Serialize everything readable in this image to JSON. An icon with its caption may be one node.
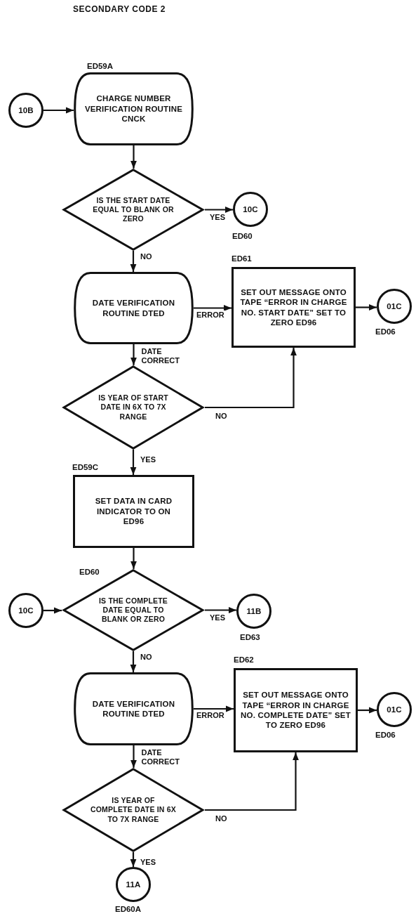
{
  "diagram": {
    "title": "SECONDARY CODE 2",
    "nodes": [
      {
        "text": [
          "10B"
        ]
      },
      {
        "text": [
          "CHARGE NUMBER VERIFICATION ROUTINE CNCK"
        ],
        "beside": [
          "ED59A"
        ]
      },
      {
        "text": [
          "IS THE START DATE EQUAL TO BLANK OR ZERO"
        ]
      },
      {
        "text": [
          "10C"
        ],
        "beside": [
          "ED60"
        ]
      },
      {
        "text": [
          "DATE VERIFICATION ROUTINE DTED"
        ]
      },
      {
        "text": [
          "SET OUT MESSAGE ONTO TAPE “ERROR IN CHARGE NO. START DATE” SET TO ZERO ED96"
        ],
        "beside": [
          "ED61"
        ]
      },
      {
        "text": [
          "01C"
        ],
        "beside": [
          "ED06"
        ]
      },
      {
        "text": [
          "IS YEAR OF START DATE IN 6X TO 7X RANGE"
        ]
      },
      {
        "text": [
          "SET DATA IN CARD INDICATOR TO ON ED96"
        ],
        "beside": [
          "ED59C"
        ]
      },
      {
        "text": [
          "IS THE COMPLETE DATE EQUAL TO BLANK OR ZERO"
        ],
        "beside": [
          "ED60"
        ]
      },
      {
        "text": [
          "10C"
        ]
      },
      {
        "text": [
          "11B"
        ],
        "beside": [
          "ED63"
        ]
      },
      {
        "text": [
          "DATE VERIFICATION ROUTINE DTED"
        ]
      },
      {
        "text": [
          "SET OUT MESSAGE ONTO TAPE “ERROR IN CHARGE NO. COMPLETE DATE” SET TO ZERO ED96"
        ],
        "beside": [
          "ED62"
        ]
      },
      {
        "text": [
          "01C"
        ],
        "beside": [
          "ED06"
        ]
      },
      {
        "text": [
          "IS YEAR OF COMPLETE DATE IN 6X TO 7X RANGE"
        ]
      },
      {
        "text": [
          "11A"
        ],
        "beside": [
          "ED60A"
        ]
      }
    ],
    "edges": [
      {
        "from": 0,
        "to": 1,
        "arrow": "to"
      },
      {
        "from": 1,
        "to": 2,
        "arrow": "to"
      },
      {
        "from": 2,
        "to": 3,
        "arrow": "to",
        "label": "YES"
      },
      {
        "from": 2,
        "to": 4,
        "arrow": "to",
        "label": "NO"
      },
      {
        "from": 4,
        "to": 5,
        "arrow": "to",
        "label": "ERROR"
      },
      {
        "from": 5,
        "to": 6,
        "arrow": "to"
      },
      {
        "from": 4,
        "to": 7,
        "arrow": "to",
        "label": "DATE CORRECT"
      },
      {
        "from": 7,
        "to": 5,
        "arrow": "to",
        "label": "NO"
      },
      {
        "from": 7,
        "to": 8,
        "arrow": "to",
        "label": "YES"
      },
      {
        "from": 8,
        "to": 9,
        "arrow": "to"
      },
      {
        "from": 10,
        "to": 9,
        "arrow": "to"
      },
      {
        "from": 9,
        "to": 11,
        "arrow": "to",
        "label": "YES"
      },
      {
        "from": 9,
        "to": 12,
        "arrow": "to",
        "label": "NO"
      },
      {
        "from": 12,
        "to": 13,
        "arrow": "to",
        "label": "ERROR"
      },
      {
        "from": 13,
        "to": 14,
        "arrow": "to"
      },
      {
        "from": 12,
        "to": 15,
        "arrow": "to",
        "label": "DATE CORRECT"
      },
      {
        "from": 15,
        "to": 13,
        "arrow": "to",
        "label": "NO"
      },
      {
        "from": 15,
        "to": 16,
        "arrow": "to",
        "label": "YES"
      }
    ]
  }
}
